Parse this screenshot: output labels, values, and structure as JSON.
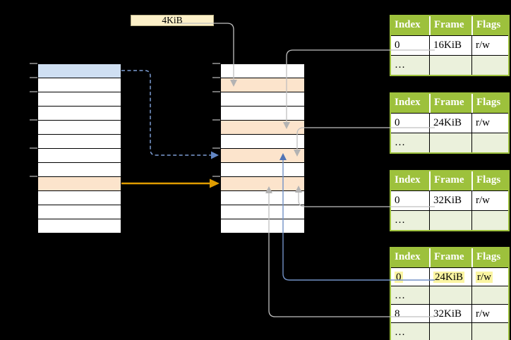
{
  "size_label": {
    "text": "4KiB"
  },
  "left_stack": {
    "rows": [
      "blue",
      "white",
      "white",
      "white",
      "white",
      "white",
      "white",
      "white",
      "orange",
      "white",
      "white",
      "white"
    ]
  },
  "middle_stack": {
    "rows": [
      "white",
      "orange",
      "white",
      "white",
      "orange",
      "white",
      "orange",
      "white",
      "orange",
      "white",
      "white",
      "white"
    ]
  },
  "frame_tables": [
    {
      "name": "frame-table-16kib",
      "headers": [
        "Index",
        "Frame",
        "Flags"
      ],
      "rows": [
        {
          "cells": [
            "0",
            "16KiB",
            "r/w"
          ],
          "variant": "white",
          "highlight": false
        },
        {
          "cells": [
            "…",
            "",
            ""
          ],
          "variant": "green",
          "highlight": false
        }
      ]
    },
    {
      "name": "frame-table-24kib",
      "headers": [
        "Index",
        "Frame",
        "Flags"
      ],
      "rows": [
        {
          "cells": [
            "0",
            "24KiB",
            "r/w"
          ],
          "variant": "white",
          "highlight": false
        },
        {
          "cells": [
            "…",
            "",
            ""
          ],
          "variant": "green",
          "highlight": false
        }
      ]
    },
    {
      "name": "frame-table-32kib",
      "headers": [
        "Index",
        "Frame",
        "Flags"
      ],
      "rows": [
        {
          "cells": [
            "0",
            "32KiB",
            "r/w"
          ],
          "variant": "white",
          "highlight": false
        },
        {
          "cells": [
            "…",
            "",
            ""
          ],
          "variant": "green",
          "highlight": false
        }
      ]
    },
    {
      "name": "frame-table-mixed",
      "headers": [
        "Index",
        "Frame",
        "Flags"
      ],
      "rows": [
        {
          "cells": [
            "0",
            "24KiB",
            "r/w"
          ],
          "variant": "white",
          "highlight": true
        },
        {
          "cells": [
            "…",
            "",
            ""
          ],
          "variant": "green",
          "highlight": false
        },
        {
          "cells": [
            "8",
            "32KiB",
            "r/w"
          ],
          "variant": "white",
          "highlight": false
        },
        {
          "cells": [
            "…",
            "",
            ""
          ],
          "variant": "green",
          "highlight": false
        }
      ]
    }
  ],
  "colors": {
    "bg": "#000000",
    "rowblue": "#CFDFF2",
    "roworange": "#FCE4CC",
    "cream": "#FCF0C8",
    "creamborder": "#BCB288",
    "green": "#9DC13C",
    "greenlight": "#EBF1DC",
    "yellow": "#FBF5A2",
    "grid": "#000000",
    "gray": "#C0C0C0",
    "grayhead": "#B3B3B3",
    "blue": "#7291C6",
    "bluedark": "#5174B5",
    "dashblue": "#7C9CD2",
    "orange": "#E09C00",
    "tick": "#8F8F8F"
  }
}
